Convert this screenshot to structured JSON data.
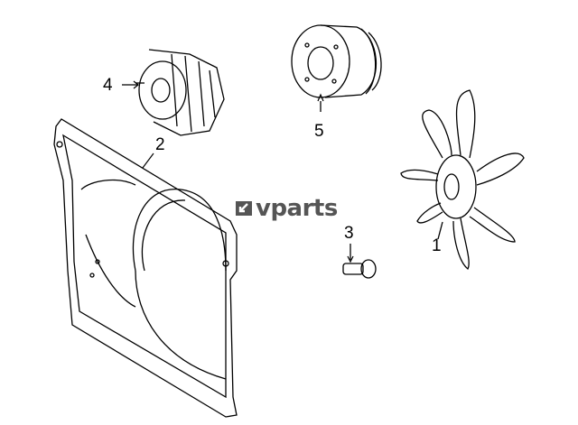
{
  "diagram": {
    "logo": {
      "text": "vparts",
      "color": "#555555"
    },
    "callouts": [
      {
        "number": "1",
        "part": "fan-blade"
      },
      {
        "number": "2",
        "part": "fan-shroud"
      },
      {
        "number": "3",
        "part": "bolt"
      },
      {
        "number": "4",
        "part": "fan-clutch"
      },
      {
        "number": "5",
        "part": "pulley"
      }
    ]
  }
}
